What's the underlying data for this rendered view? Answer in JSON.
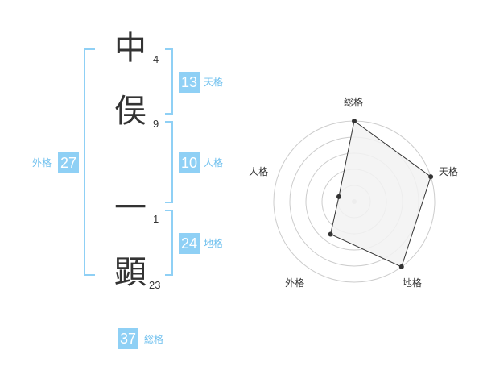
{
  "name": {
    "chars": [
      {
        "char": "中",
        "strokes": "4"
      },
      {
        "char": "俣",
        "strokes": "9"
      },
      {
        "char": "一",
        "strokes": "1"
      },
      {
        "char": "顕",
        "strokes": "23"
      }
    ]
  },
  "scores": {
    "tenkaku": {
      "label": "天格",
      "value": "13"
    },
    "jinkaku": {
      "label": "人格",
      "value": "10"
    },
    "chikaku": {
      "label": "地格",
      "value": "24"
    },
    "gaikaku": {
      "label": "外格",
      "value": "27"
    },
    "soukaku": {
      "label": "総格",
      "value": "37"
    }
  },
  "colors": {
    "accent": "#8fd0f5",
    "accent_text": "#6fc0ee",
    "radar_fill": "#f2f2f2",
    "radar_line": "#333333",
    "grid": "#cccccc"
  },
  "chart_data": {
    "type": "radar",
    "axes": [
      "総格",
      "天格",
      "地格",
      "外格",
      "人格"
    ],
    "values": [
      5,
      5,
      5,
      2.5,
      1
    ],
    "range": [
      0,
      5
    ],
    "rings": 5,
    "legend": "none"
  }
}
